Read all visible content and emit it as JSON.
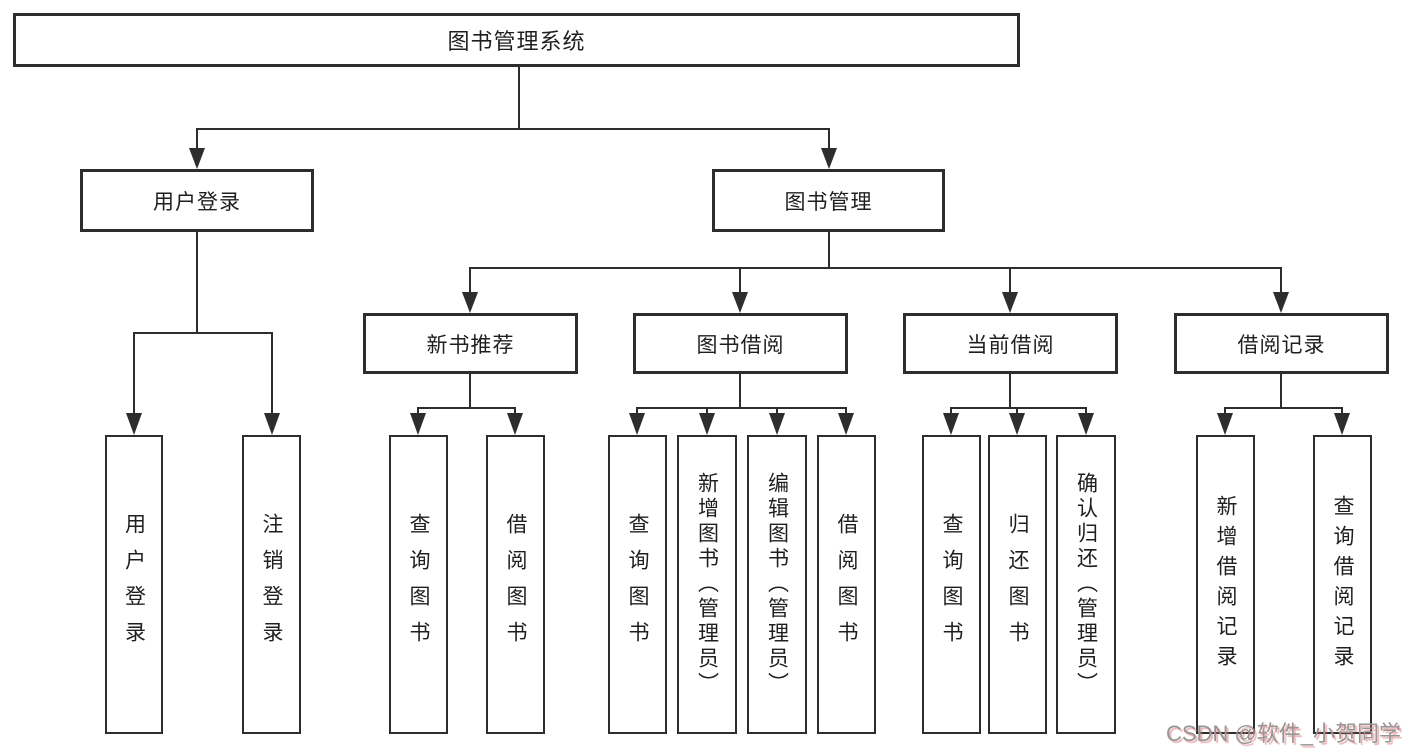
{
  "diagram": {
    "title": "图书管理系统",
    "type": "hierarchy-structure-chart",
    "root": {
      "label": "图书管理系统",
      "children": [
        {
          "label": "用户登录",
          "children": [
            {
              "label": "用户登录"
            },
            {
              "label": "注销登录"
            }
          ]
        },
        {
          "label": "图书管理",
          "children": [
            {
              "label": "新书推荐",
              "children": [
                {
                  "label": "查询图书"
                },
                {
                  "label": "借阅图书"
                }
              ]
            },
            {
              "label": "图书借阅",
              "children": [
                {
                  "label": "查询图书"
                },
                {
                  "label": "新增图书（管理员）"
                },
                {
                  "label": "编辑图书（管理员）"
                },
                {
                  "label": "借阅图书"
                }
              ]
            },
            {
              "label": "当前借阅",
              "children": [
                {
                  "label": "查询图书"
                },
                {
                  "label": "归还图书"
                },
                {
                  "label": "确认归还（管理员）"
                }
              ]
            },
            {
              "label": "借阅记录",
              "children": [
                {
                  "label": "新增借阅记录"
                },
                {
                  "label": "查询借阅记录"
                }
              ]
            }
          ]
        }
      ]
    }
  },
  "watermark": {
    "text": "CSDN @软件_小贺同学"
  },
  "colors": {
    "line": "#2d2d2d",
    "text": "#1f1f1f",
    "background": "#ffffff",
    "watermark": "#969696",
    "watermark_shadow": "rgba(219,108,108,0.55)"
  }
}
